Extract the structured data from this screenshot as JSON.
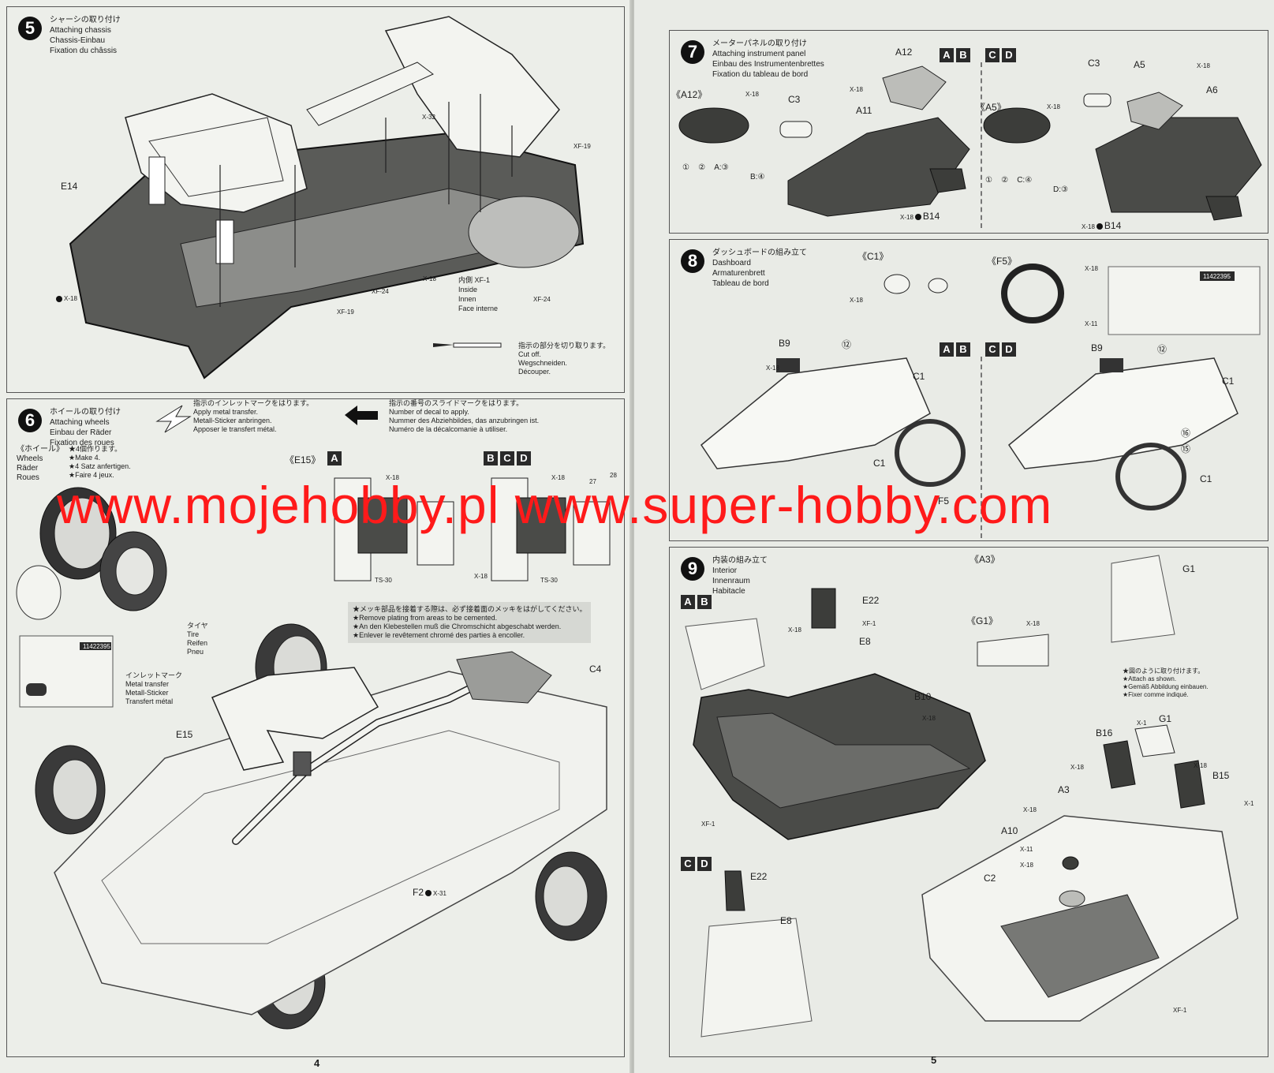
{
  "watermark": "www.mojehobby.pl www.super-hobby.com",
  "pages": {
    "left": "4",
    "right": "5"
  },
  "step5": {
    "num": "5",
    "title": [
      "シャーシの取り付け",
      "Attaching chassis",
      "Chassis-Einbau",
      "Fixation du châssis"
    ],
    "labels": {
      "e14": "E14",
      "x18a": "X-18",
      "x32": "X-32",
      "xf19a": "XF-19",
      "xf19b": "XF-19",
      "xf24a": "XF-24",
      "xf24b": "XF-24",
      "x18b": "X-18",
      "inside": [
        "内側 XF-1",
        "Inside",
        "Innen",
        "Face interne"
      ]
    },
    "cutoff": [
      "指示の部分を切り取ります。",
      "Cut off.",
      "Wegschneiden.",
      "Découper."
    ]
  },
  "step6": {
    "num": "6",
    "title": [
      "ホイールの取り付け",
      "Attaching wheels",
      "Einbau der Räder",
      "Fixation des roues"
    ],
    "metal_note": [
      "指示のインレットマークをはります。",
      "Apply metal transfer.",
      "Metall-Sticker anbringen.",
      "Apposer le transfert métal."
    ],
    "decal_note": [
      "指示の番号のスライドマークをはります。",
      "Number of decal to apply.",
      "Nummer des Abziehbildes, das anzubringen ist.",
      "Numéro de la décalcomanie à utiliser."
    ],
    "wheels": [
      "《ホイール》",
      "Wheels",
      "Räder",
      "Roues"
    ],
    "make4": [
      "★4個作ります。",
      "★Make 4.",
      "★4 Satz anfertigen.",
      "★Faire 4 jeux."
    ],
    "e15_a": "《E15》",
    "letters_a": [
      "A"
    ],
    "letters_bcd": [
      "B",
      "C",
      "D"
    ],
    "tire": [
      "タイヤ",
      "Tire",
      "Reifen",
      "Pneu"
    ],
    "inlet": [
      "インレットマーク",
      "Metal transfer",
      "Metall-Sticker",
      "Transfert métal"
    ],
    "plating": [
      "★メッキ部品を接着する際は、必ず接着面のメッキをはがしてください。",
      "★Remove plating from areas to be cemented.",
      "★An den Klebestellen muß die Chromschicht abgeschabt werden.",
      "★Enlever le revêtement chromé des parties à encoller."
    ],
    "labels": {
      "x18": "X-18",
      "ts30": "TS-30",
      "c4": "C4",
      "e15": "E15",
      "f2": "F2",
      "x31": "X-31",
      "n27": "27",
      "n28": "28",
      "decal_code": "11422395"
    }
  },
  "step7": {
    "num": "7",
    "title": [
      "メーターパネルの取り付け",
      "Attaching instrument panel",
      "Einbau des Instrumentenbrettes",
      "Fixation du tableau de bord"
    ],
    "letters_ab": [
      "A",
      "B"
    ],
    "letters_cd": [
      "C",
      "D"
    ],
    "labels": {
      "a12sub": "《A12》",
      "a12": "A12",
      "c3a": "C3",
      "a11": "A11",
      "x18": "X-18",
      "b14a": "B14",
      "a5sub": "《A5》",
      "c3b": "C3",
      "a5": "A5",
      "a6": "A6",
      "b14b": "B14"
    },
    "decals_left": [
      "①",
      "②",
      "A:③",
      "B:④"
    ],
    "decals_right": [
      "①",
      "②",
      "C:④",
      "D:③"
    ]
  },
  "step8": {
    "num": "8",
    "title": [
      "ダッシュボードの組み立て",
      "Dashboard",
      "Armaturenbrett",
      "Tableau de bord"
    ],
    "letters_ab": [
      "A",
      "B"
    ],
    "letters_cd": [
      "C",
      "D"
    ],
    "labels": {
      "c1sub": "《C1》",
      "f5sub": "《F5》",
      "x18": "X-18",
      "x11": "X-11",
      "b9a": "B9",
      "b9b": "B9",
      "c1": "C1",
      "f5": "F5",
      "n12": "⑫",
      "n15": "⑮",
      "n16": "⑯",
      "decal_code": "11422395"
    }
  },
  "step9": {
    "num": "9",
    "title": [
      "内装の組み立て",
      "Interior",
      "Innenraum",
      "Habitacle"
    ],
    "letters_ab": [
      "A",
      "B"
    ],
    "letters_cd": [
      "C",
      "D"
    ],
    "attach": [
      "★図のように取り付けます。",
      "★Attach as shown.",
      "★Gemäß Abbildung einbauen.",
      "★Fixer comme indiqué."
    ],
    "labels": {
      "a3sub": "《A3》",
      "g1sub": "《G1》",
      "g1": "G1",
      "e22a": "E22",
      "e8a": "E8",
      "b10": "B10",
      "xf1": "XF-1",
      "x18": "X-18",
      "b16": "B16",
      "b15": "B15",
      "a3": "A3",
      "a10": "A10",
      "c2": "C2",
      "x1": "X-1",
      "x11": "X-11",
      "e22b": "E22",
      "e8b": "E8"
    }
  },
  "colors": {
    "ink": "#1d1d1d",
    "part_dark": "#4a4b48",
    "part_light": "#f3f4f0",
    "watermark": "#ff1a1a"
  }
}
